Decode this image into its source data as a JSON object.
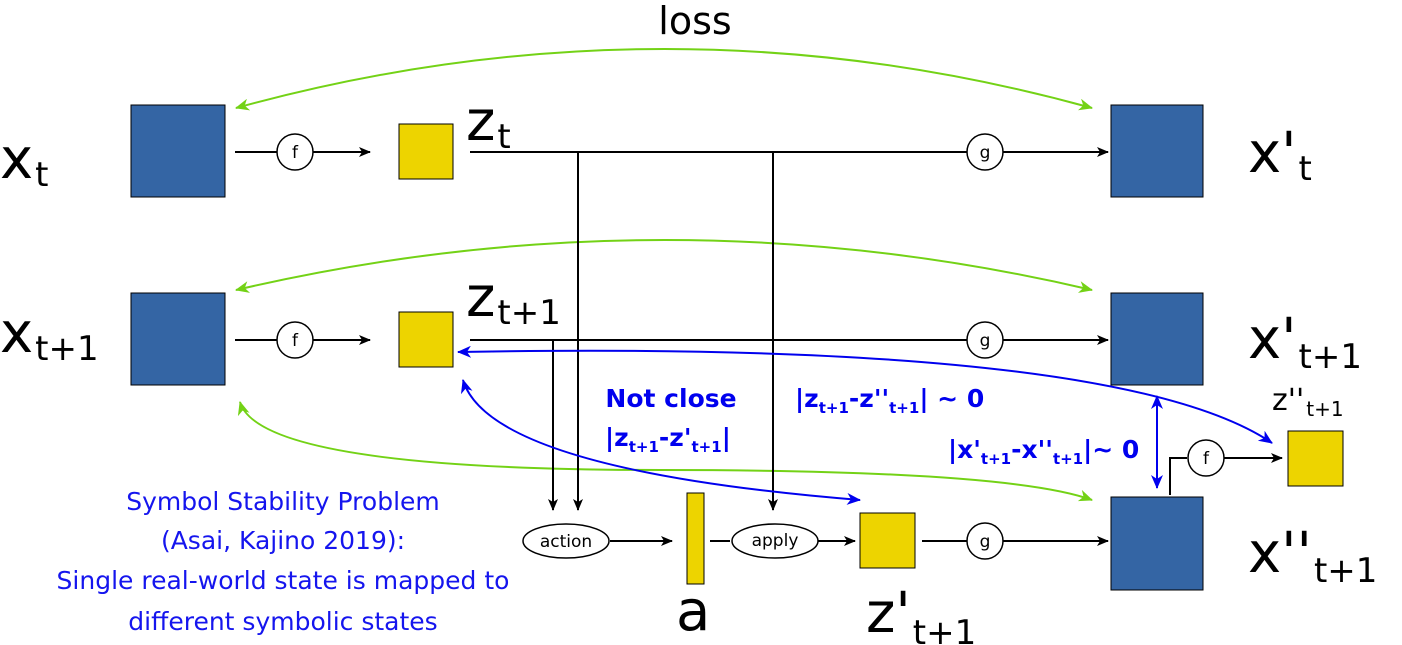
{
  "diagram": {
    "loss_label": "loss",
    "rows": {
      "t": {
        "input": {
          "base": "x",
          "sub": "t"
        },
        "latent": {
          "base": "z",
          "sub": "t"
        },
        "output": {
          "base": "x'",
          "sub": "t"
        },
        "encoder": "f",
        "decoder": "g"
      },
      "t1": {
        "input": {
          "base": "x",
          "sub": "t+1"
        },
        "latent": {
          "base": "z",
          "sub": "t+1"
        },
        "output": {
          "base": "x'",
          "sub": "t+1"
        },
        "encoder": "f",
        "decoder": "g"
      },
      "pred": {
        "action_node": "action",
        "action_var": "a",
        "apply_node": "apply",
        "latent": {
          "base": "z'",
          "sub": "t+1"
        },
        "decoder": "g",
        "output": {
          "base": "x''",
          "sub": "t+1"
        },
        "reencoder": "f",
        "reencoded": {
          "base": "z''",
          "sub": "t+1"
        }
      }
    },
    "annotations": {
      "not_close": {
        "title": "Not close",
        "bar_l": "|",
        "base1": "z",
        "sub1": "t+1",
        "minus": "-",
        "base2": "z'",
        "sub2": "t+1",
        "bar_r": "|"
      },
      "z_diff": {
        "bar_l": "|",
        "base1": "z",
        "sub1": "t+1",
        "minus": "-",
        "base2": "z''",
        "sub2": "t+1",
        "tail": "| ~ 0"
      },
      "x_diff": {
        "bar_l": "|",
        "base1": "x'",
        "sub1": "t+1",
        "minus": "-",
        "base2": "x''",
        "sub2": "t+1",
        "tail": "|~ 0"
      }
    },
    "caption": [
      "Symbol Stability Problem",
      "(Asai, Kajino 2019):",
      "Single real-world state is mapped to",
      "different symbolic states"
    ],
    "colors": {
      "image_box": "#3465a4",
      "latent_box": "#edd400",
      "loss_arrow": "#73d216",
      "compare_arrow": "#0000ee",
      "caption_text": "#1515ee"
    }
  }
}
